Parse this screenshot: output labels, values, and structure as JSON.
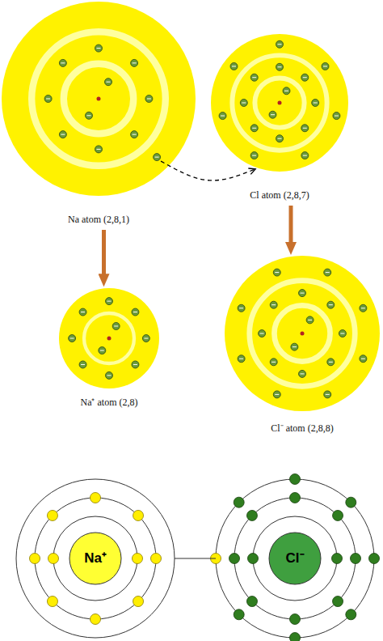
{
  "diagram": {
    "nodes": [
      {
        "text": [
          "Na atom (2,8,1)"
        ]
      },
      {
        "text": [
          "Cl atom (2,8,7)"
        ]
      },
      {
        "text": [
          "Na⁺ atom (2,8)"
        ]
      },
      {
        "text": [
          "Cl⁻ atom (2,8,8)"
        ]
      },
      {
        "text": [
          "Na⁺"
        ]
      },
      {
        "text": [
          "Cl⁻"
        ]
      }
    ],
    "edges": [
      {
        "from": 0,
        "to": 1,
        "arrow": "to"
      },
      {
        "from": 0,
        "to": 2,
        "arrow": "to"
      },
      {
        "from": 1,
        "to": 3,
        "arrow": "to"
      },
      {
        "from": 4,
        "to": 5,
        "arrow": "none"
      }
    ]
  }
}
